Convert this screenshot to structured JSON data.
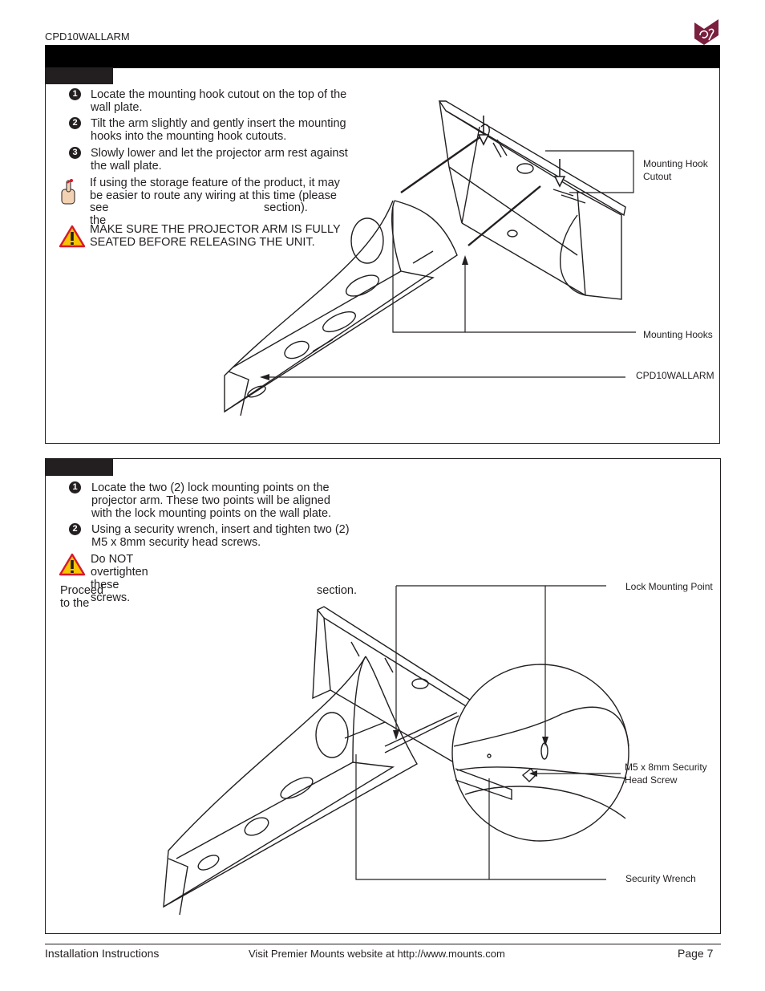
{
  "header": {
    "model": "CPD10WALLARM",
    "logo_icon": "premier-logo-icon",
    "brand_color": "#7a1f3d"
  },
  "panel1": {
    "steps": [
      {
        "num": "1",
        "text": "Locate the mounting hook cutout on the top of the\nwall plate."
      },
      {
        "num": "2",
        "text": "Tilt the arm slightly and gently insert the mounting\nhooks into the mounting hook cutouts."
      },
      {
        "num": "3",
        "text": "Slowly lower and let the projector arm rest against\nthe wall plate."
      }
    ],
    "note_icon": "finger-note-icon",
    "note": {
      "line1": "If using the storage  feature of the product, it may",
      "line2": "be easier to route any wiring at this time (please",
      "line3a": "see the",
      "line3b": "section)."
    },
    "warning_icon": "warning-icon",
    "warning": "MAKE SURE THE PROJECTOR ARM IS FULLY\nSEATED BEFORE RELEASING THE UNIT.",
    "callouts": {
      "hook_cutout": "Mounting Hook\nCutout",
      "hooks": "Mounting Hooks",
      "model": "CPD10WALLARM"
    }
  },
  "panel2": {
    "steps": [
      {
        "num": "1",
        "text": "Locate the two (2) lock mounting points on the\nprojector arm. These two points will be aligned\nwith the lock mounting points on the wall plate."
      },
      {
        "num": "2",
        "text": "Using a security wrench, insert and tighten two (2)\nM5 x 8mm security head screws."
      }
    ],
    "warning_icon": "warning-icon",
    "warning": "Do NOT overtighten these screws.",
    "proceed_a": "Proceed to the",
    "proceed_b": "section.",
    "callouts": {
      "lock_point": "Lock Mounting Point",
      "screw": "M5 x 8mm Security\nHead Screw",
      "wrench": "Security Wrench"
    }
  },
  "footer": {
    "left": "Installation Instructions",
    "middle": "Visit Premier Mounts website at http://www.mounts.com",
    "right": "Page 7"
  }
}
